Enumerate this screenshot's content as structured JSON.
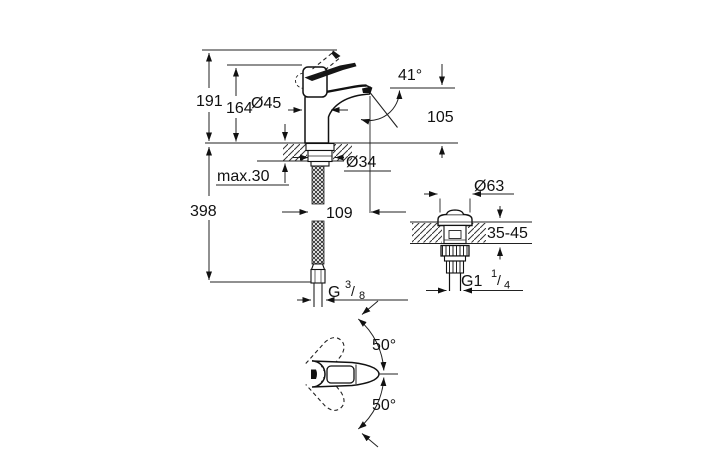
{
  "title": "Basin mixer technical dimension drawing",
  "colors": {
    "background": "#ffffff",
    "line": "#222222",
    "object_line": "#111111",
    "text": "#111111"
  },
  "side_view": {
    "description": "faucet side elevation with mounting dimensions",
    "labels": {
      "height_total": "191",
      "height_to_lever": "164",
      "body_diameter": "Ø45",
      "spout_angle": "41°",
      "outlet_height": "105",
      "deck_thickness_max": "max.30",
      "hole_diameter": "Ø34",
      "overall_height": "398",
      "spout_projection": "109",
      "supply_thread": {
        "base": "G",
        "numerator": "3",
        "slash": "/",
        "denominator": "8"
      }
    }
  },
  "waste_view": {
    "description": "pop-up waste valve detail",
    "labels": {
      "cap_diameter": "Ø63",
      "deck_thickness_range": "35-45",
      "waste_thread": {
        "base": "G1",
        "numerator": "1",
        "slash": "/",
        "denominator": "4"
      }
    }
  },
  "top_view": {
    "description": "handle swivel range top view",
    "labels": {
      "swivel_angle_up": "50°",
      "swivel_angle_down": "50°"
    }
  }
}
